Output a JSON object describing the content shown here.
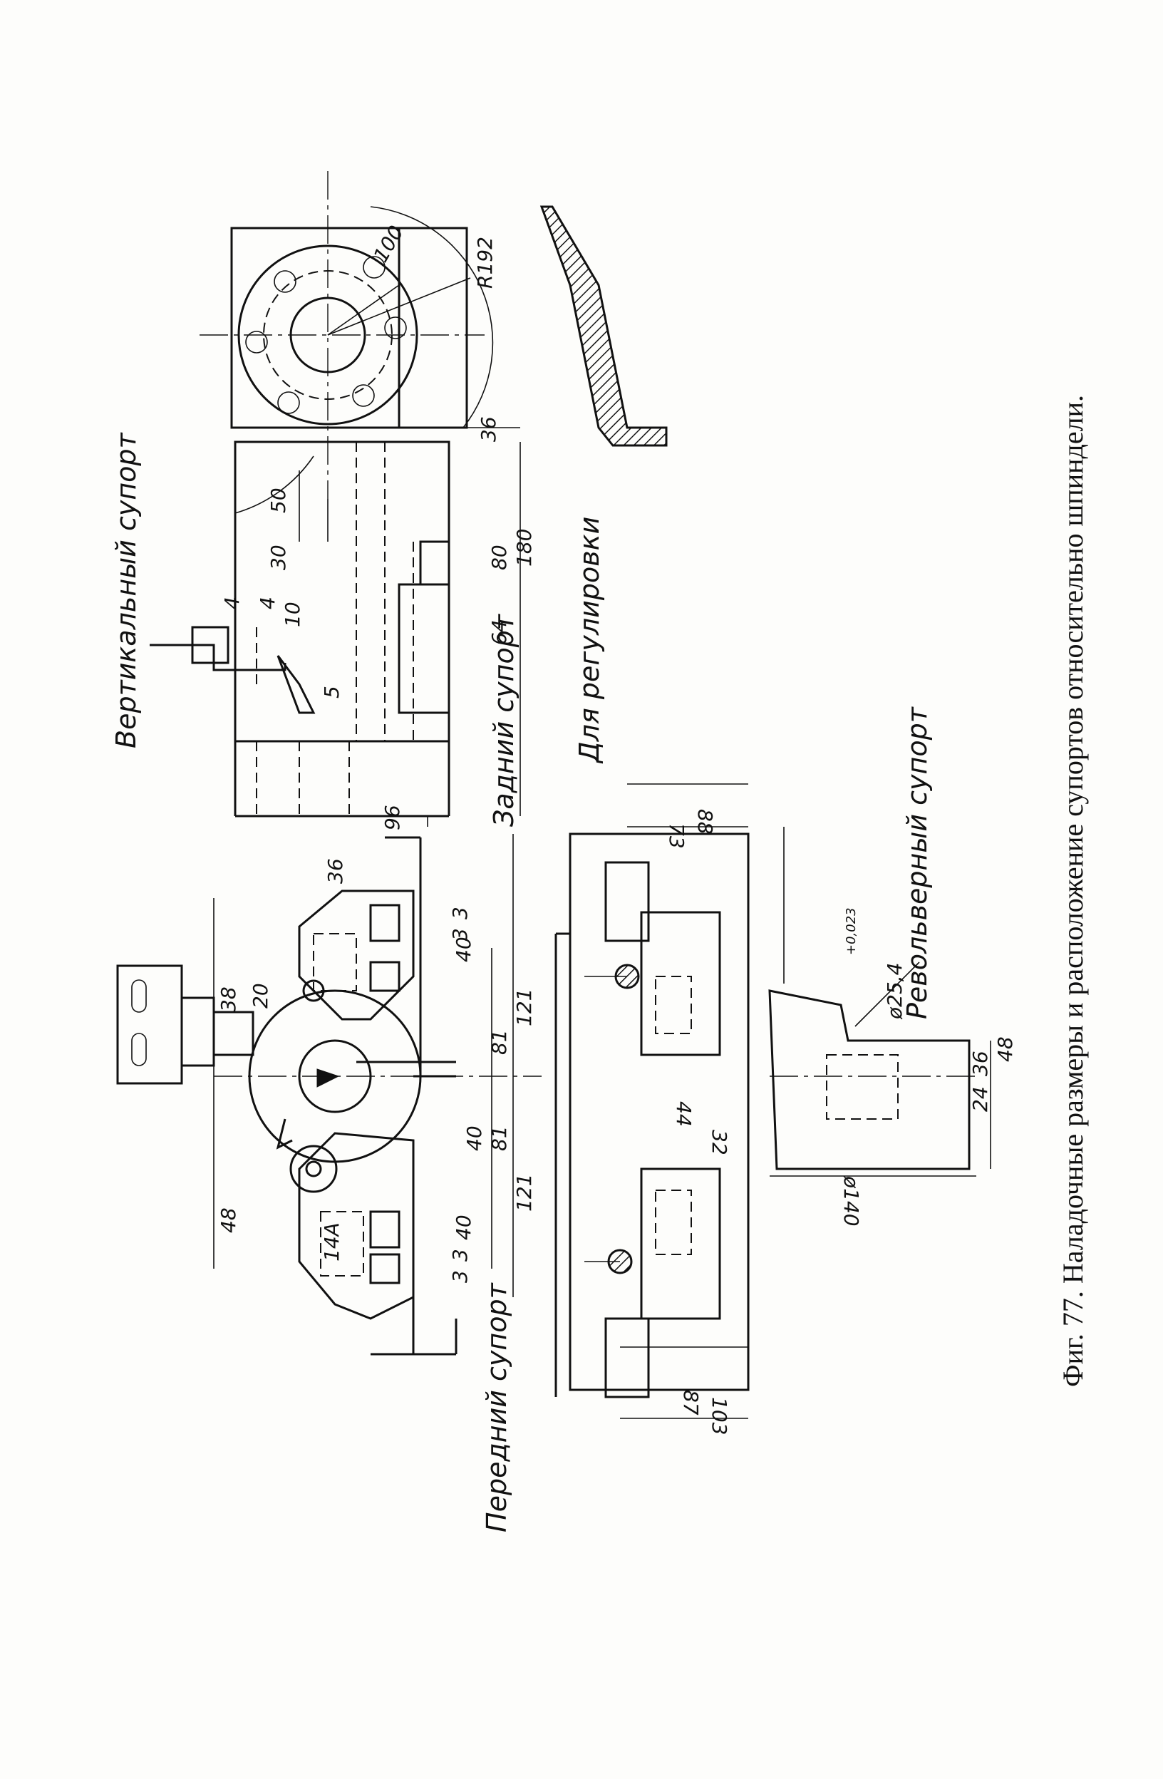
{
  "caption": "Фиг. 77. Наладочные размеры и расположение супортов относительно шпиндели.",
  "labels": {
    "vertical_slide": "Вертикальный супорт",
    "rear_slide": "Задний супорт",
    "front_slide": "Передний супорт",
    "adjustment": "Для регулировки",
    "turret_slide": "Револьверный супорт"
  },
  "dimensions": {
    "r192": "R192",
    "d100": "100",
    "d36_top": "36",
    "d50": "50",
    "d30": "30",
    "d80": "80",
    "d180": "180",
    "d4a": "4",
    "d4b": "4",
    "d10": "10",
    "d64": "64",
    "d5": "5",
    "d96": "96",
    "d36_rear": "36",
    "d38": "38",
    "d20": "20",
    "d3_rear": "3",
    "d3b_rear": "3",
    "d40_rear": "40",
    "d81_rear": "81",
    "d121_rear": "121",
    "d48": "48",
    "d14a": "14А",
    "d40_front": "40",
    "d81_front": "81",
    "d121_front": "121",
    "d3_front": "3",
    "d3b_front": "3",
    "d40b_front": "40",
    "d88": "88",
    "d73": "73",
    "d87": "87",
    "d103": "103",
    "d44": "44",
    "d32": "32",
    "d25_4": "ø25,4",
    "tol": "+0,023",
    "d140": "ø140",
    "d24": "24",
    "d36_turret": "36",
    "d48_turret": "48"
  }
}
